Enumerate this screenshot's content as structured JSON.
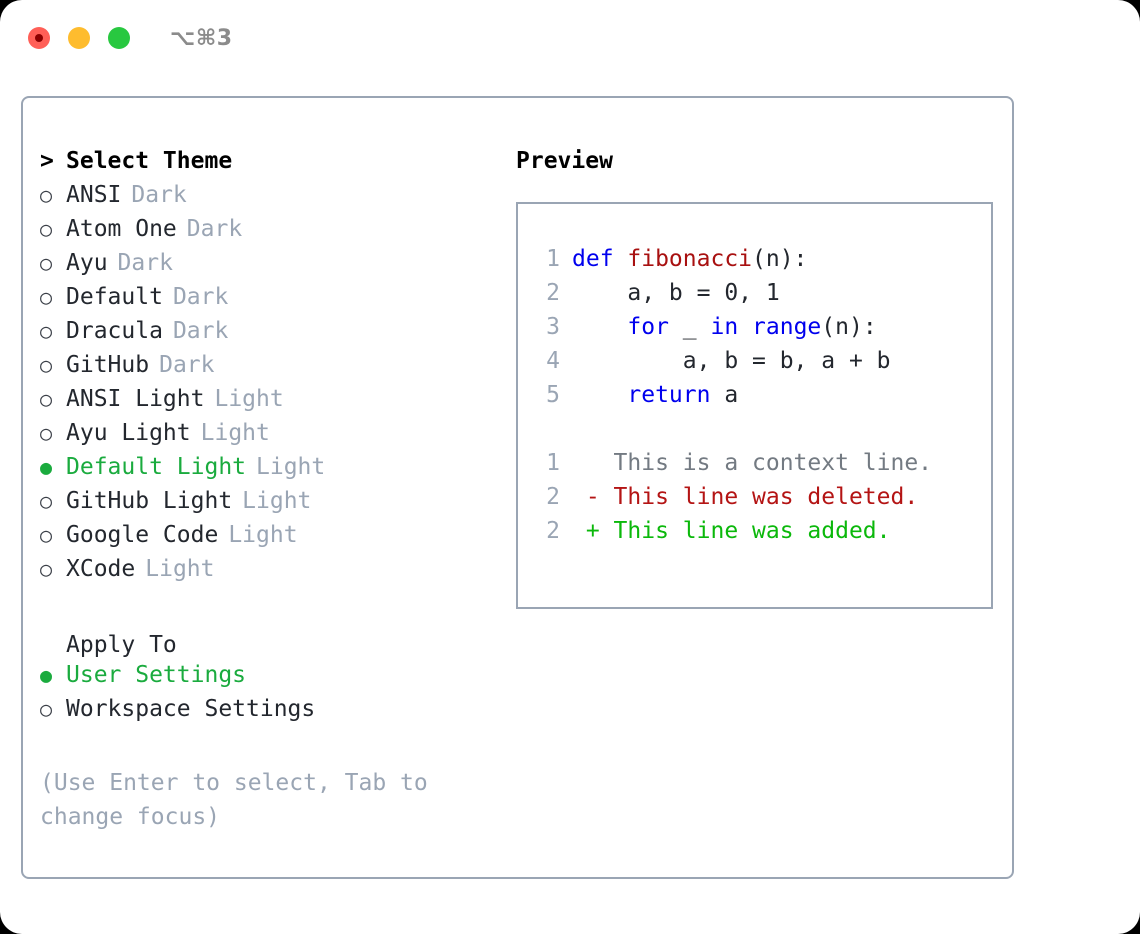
{
  "titlebar": {
    "shortcut": "⌥⌘3",
    "lights": [
      "close-button",
      "minimize-button",
      "maximize-button"
    ]
  },
  "theme_list": {
    "header_caret": ">",
    "header": "Select Theme",
    "items": [
      {
        "bullet": "○",
        "label": "ANSI",
        "tag": "Dark",
        "selected": false
      },
      {
        "bullet": "○",
        "label": "Atom One",
        "tag": "Dark",
        "selected": false
      },
      {
        "bullet": "○",
        "label": "Ayu",
        "tag": "Dark",
        "selected": false
      },
      {
        "bullet": "○",
        "label": "Default",
        "tag": "Dark",
        "selected": false
      },
      {
        "bullet": "○",
        "label": "Dracula",
        "tag": "Dark",
        "selected": false
      },
      {
        "bullet": "○",
        "label": "GitHub",
        "tag": "Dark",
        "selected": false
      },
      {
        "bullet": "○",
        "label": "ANSI Light",
        "tag": "Light",
        "selected": false
      },
      {
        "bullet": "○",
        "label": "Ayu Light",
        "tag": "Light",
        "selected": false
      },
      {
        "bullet": "●",
        "label": "Default Light",
        "tag": "Light",
        "selected": true
      },
      {
        "bullet": "○",
        "label": "GitHub Light",
        "tag": "Light",
        "selected": false
      },
      {
        "bullet": "○",
        "label": "Google Code",
        "tag": "Light",
        "selected": false
      },
      {
        "bullet": "○",
        "label": "XCode",
        "tag": "Light",
        "selected": false
      }
    ]
  },
  "apply_to": {
    "header": "Apply To",
    "items": [
      {
        "bullet": "●",
        "label": "User Settings",
        "selected": true
      },
      {
        "bullet": "○",
        "label": "Workspace Settings",
        "selected": false
      }
    ]
  },
  "hint": "(Use Enter to select, Tab to change focus)",
  "preview": {
    "title": "Preview",
    "code_lines": [
      {
        "no": "1",
        "tokens": [
          {
            "t": "def ",
            "c": "kw"
          },
          {
            "t": "fibonacci",
            "c": "fn"
          },
          {
            "t": "(n):",
            "c": "plain"
          }
        ]
      },
      {
        "no": "2",
        "tokens": [
          {
            "t": "    a, b = 0, 1",
            "c": "plain"
          }
        ]
      },
      {
        "no": "3",
        "tokens": [
          {
            "t": "    ",
            "c": "plain"
          },
          {
            "t": "for",
            "c": "kw"
          },
          {
            "t": " _ ",
            "c": "plain"
          },
          {
            "t": "in",
            "c": "kw"
          },
          {
            "t": " ",
            "c": "plain"
          },
          {
            "t": "range",
            "c": "kw"
          },
          {
            "t": "(n):",
            "c": "plain"
          }
        ]
      },
      {
        "no": "4",
        "tokens": [
          {
            "t": "        a, b = b, a + b",
            "c": "plain"
          }
        ]
      },
      {
        "no": "5",
        "tokens": [
          {
            "t": "    ",
            "c": "plain"
          },
          {
            "t": "return",
            "c": "kw"
          },
          {
            "t": " a",
            "c": "plain"
          }
        ]
      }
    ],
    "diff_lines": [
      {
        "no": "1",
        "tokens": [
          {
            "t": "   This is a context line.",
            "c": "ctx"
          }
        ]
      },
      {
        "no": "2",
        "tokens": [
          {
            "t": " - This line was deleted.",
            "c": "del"
          }
        ]
      },
      {
        "no": "2",
        "tokens": [
          {
            "t": " + This line was added.",
            "c": "add"
          }
        ]
      }
    ]
  },
  "colors": {
    "accent_green": "#1aab3e",
    "border": "#9aa5b4",
    "muted": "#9aa5b4",
    "keyword_blue": "#0000ee",
    "function_red": "#a81010",
    "diff_add": "#0bb80b",
    "diff_del": "#b41414",
    "light_red": "#ff5f57",
    "light_yellow": "#febc2e",
    "light_green": "#28c840"
  }
}
